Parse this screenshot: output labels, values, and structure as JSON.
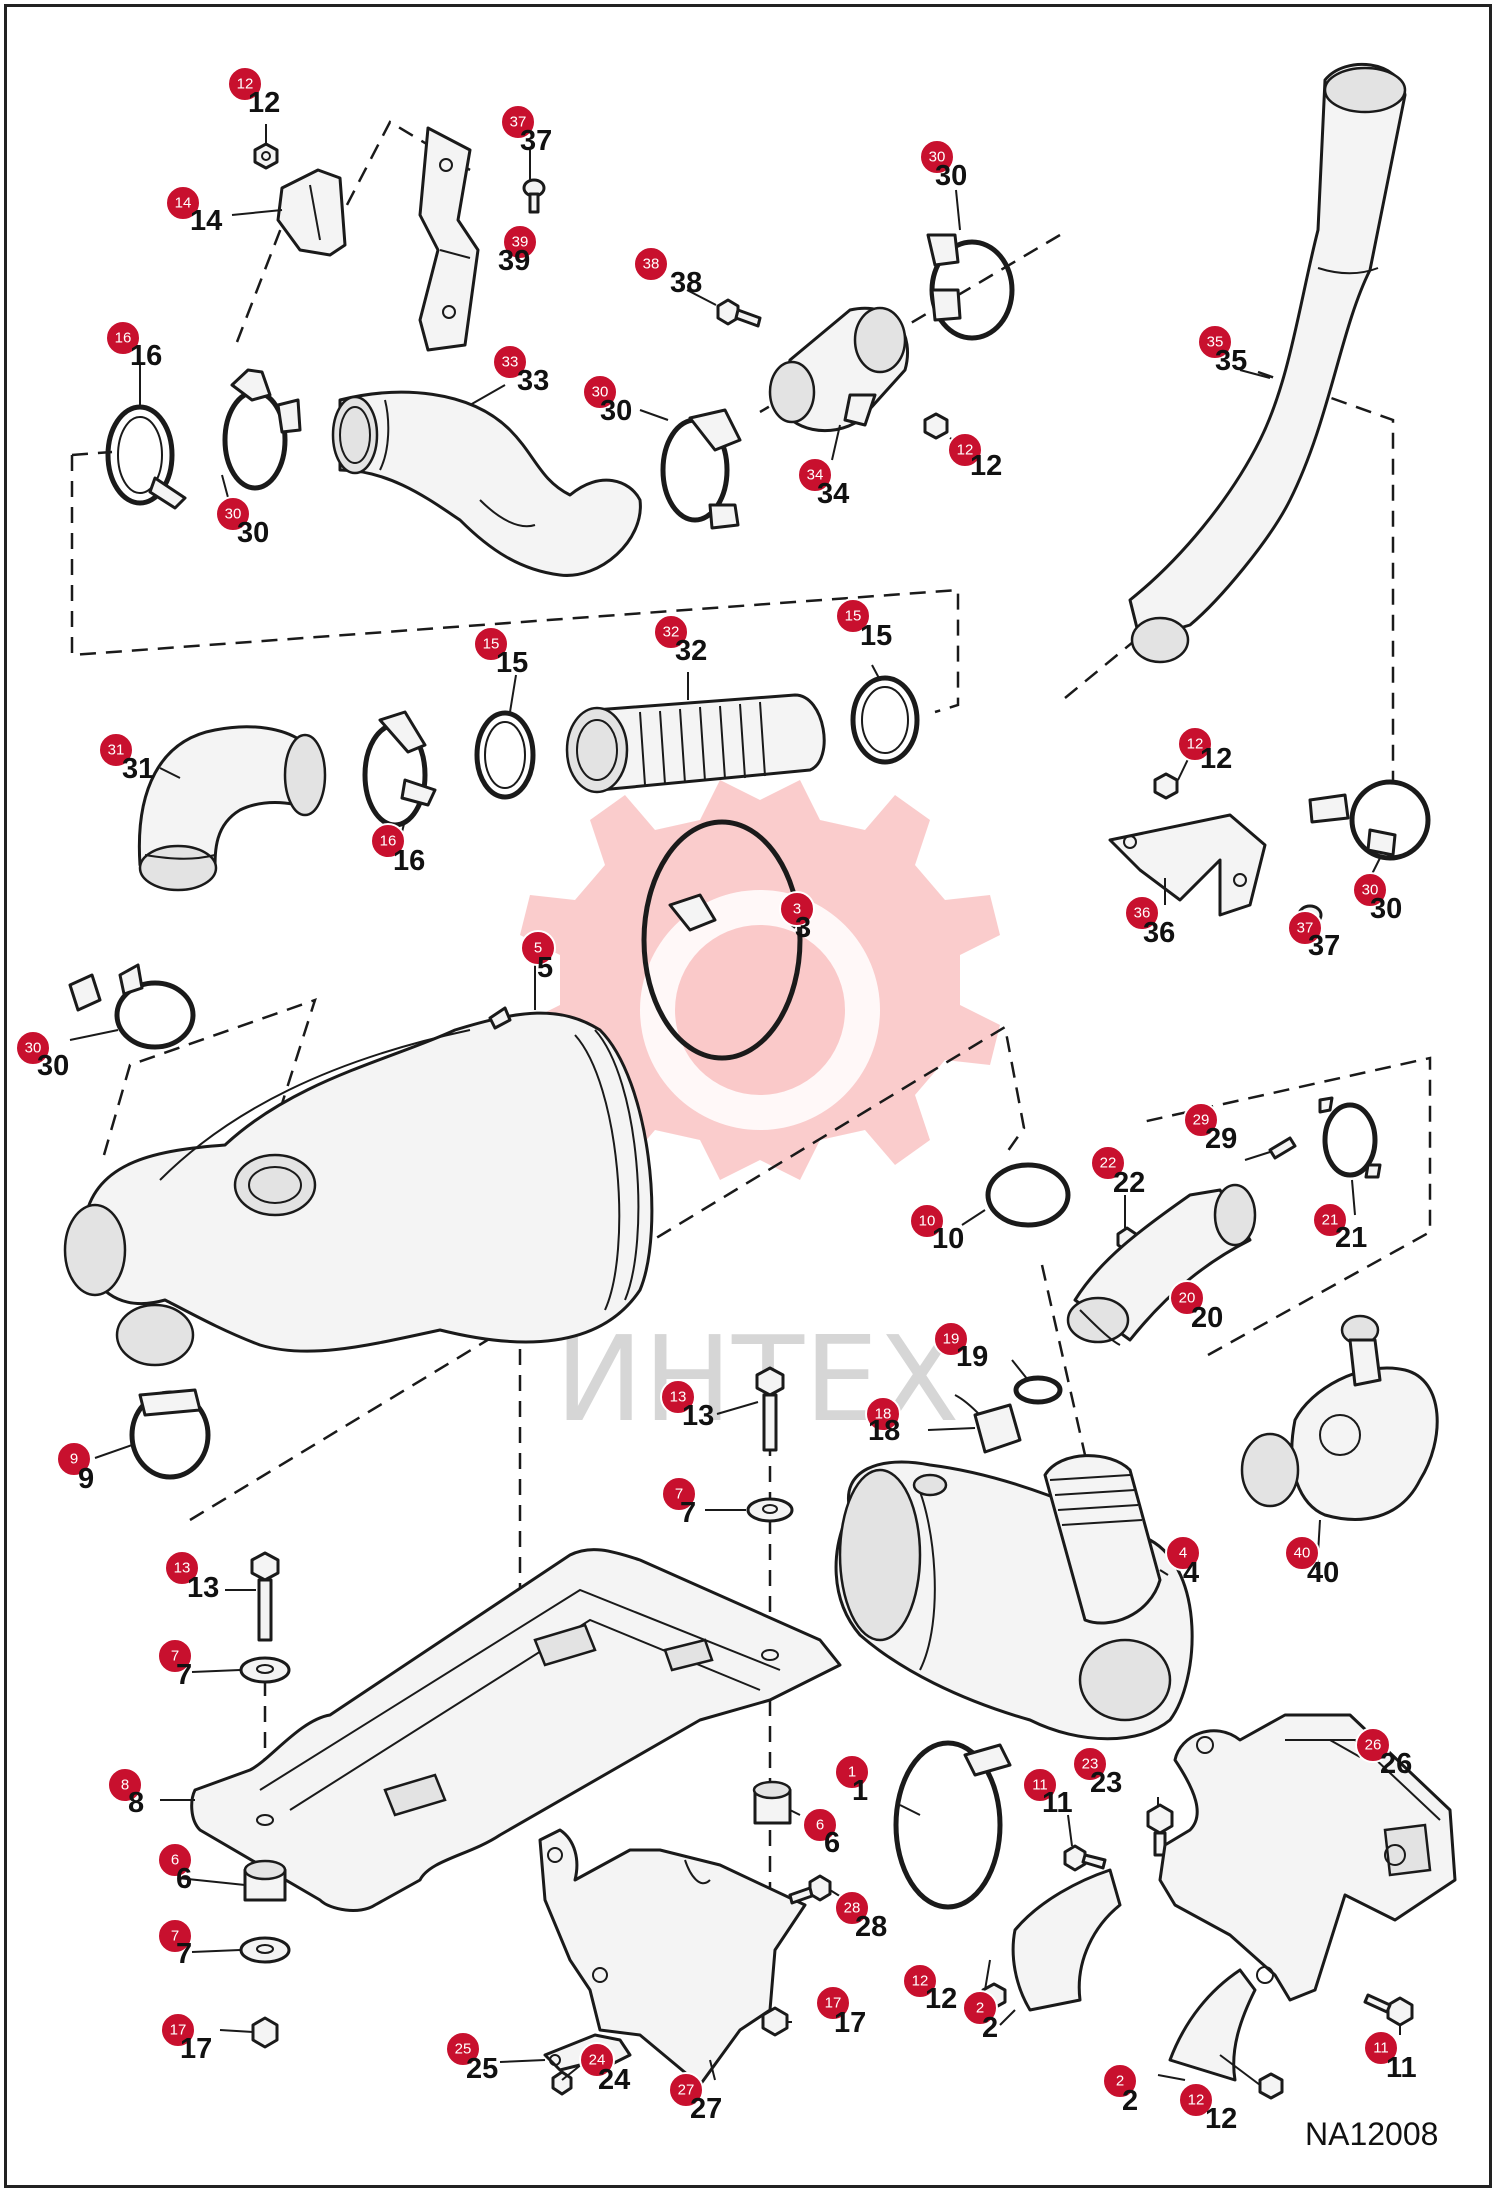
{
  "watermark_text": "ИНТЕХ",
  "drawing_code": "NA12008",
  "colors": {
    "badge": "#c8102e",
    "watermark": "#f5a3a3",
    "line": "#1a1a1a"
  },
  "callouts": [
    {
      "id": "c12a",
      "label": "12"
    },
    {
      "id": "c37a",
      "label": "37"
    },
    {
      "id": "c14",
      "label": "14"
    },
    {
      "id": "c39",
      "label": "39"
    },
    {
      "id": "c30a",
      "label": "30"
    },
    {
      "id": "c38",
      "label": "38"
    },
    {
      "id": "c16a",
      "label": "16"
    },
    {
      "id": "c33",
      "label": "33"
    },
    {
      "id": "c30b",
      "label": "30"
    },
    {
      "id": "c34",
      "label": "34"
    },
    {
      "id": "c12b",
      "label": "12"
    },
    {
      "id": "c35",
      "label": "35"
    },
    {
      "id": "c30c",
      "label": "30"
    },
    {
      "id": "c15a",
      "label": "15"
    },
    {
      "id": "c32",
      "label": "32"
    },
    {
      "id": "c15b",
      "label": "15"
    },
    {
      "id": "c31",
      "label": "31"
    },
    {
      "id": "c16b",
      "label": "16"
    },
    {
      "id": "c12c",
      "label": "12"
    },
    {
      "id": "c36",
      "label": "36"
    },
    {
      "id": "c37b",
      "label": "37"
    },
    {
      "id": "c30d",
      "label": "30"
    },
    {
      "id": "c3",
      "label": "3"
    },
    {
      "id": "c5",
      "label": "5"
    },
    {
      "id": "c30e",
      "label": "30"
    },
    {
      "id": "c29",
      "label": "29"
    },
    {
      "id": "c22",
      "label": "22"
    },
    {
      "id": "c10",
      "label": "10"
    },
    {
      "id": "c21",
      "label": "21"
    },
    {
      "id": "c20",
      "label": "20"
    },
    {
      "id": "c19",
      "label": "19"
    },
    {
      "id": "c9",
      "label": "9"
    },
    {
      "id": "c13a",
      "label": "13"
    },
    {
      "id": "c18",
      "label": "18"
    },
    {
      "id": "c7a",
      "label": "7"
    },
    {
      "id": "c4",
      "label": "4"
    },
    {
      "id": "c40",
      "label": "40"
    },
    {
      "id": "c13b",
      "label": "13"
    },
    {
      "id": "c7b",
      "label": "7"
    },
    {
      "id": "c8",
      "label": "8"
    },
    {
      "id": "c1",
      "label": "1"
    },
    {
      "id": "c11a",
      "label": "11"
    },
    {
      "id": "c23",
      "label": "23"
    },
    {
      "id": "c26",
      "label": "26"
    },
    {
      "id": "c6a",
      "label": "6"
    },
    {
      "id": "c28",
      "label": "28"
    },
    {
      "id": "c6b",
      "label": "6"
    },
    {
      "id": "c7c",
      "label": "7"
    },
    {
      "id": "c12d",
      "label": "12"
    },
    {
      "id": "c2a",
      "label": "2"
    },
    {
      "id": "c17a",
      "label": "17"
    },
    {
      "id": "c17b",
      "label": "17"
    },
    {
      "id": "c25",
      "label": "25"
    },
    {
      "id": "c24",
      "label": "24"
    },
    {
      "id": "c27",
      "label": "27"
    },
    {
      "id": "c2b",
      "label": "2"
    },
    {
      "id": "c12e",
      "label": "12"
    },
    {
      "id": "c11b",
      "label": "11"
    }
  ]
}
